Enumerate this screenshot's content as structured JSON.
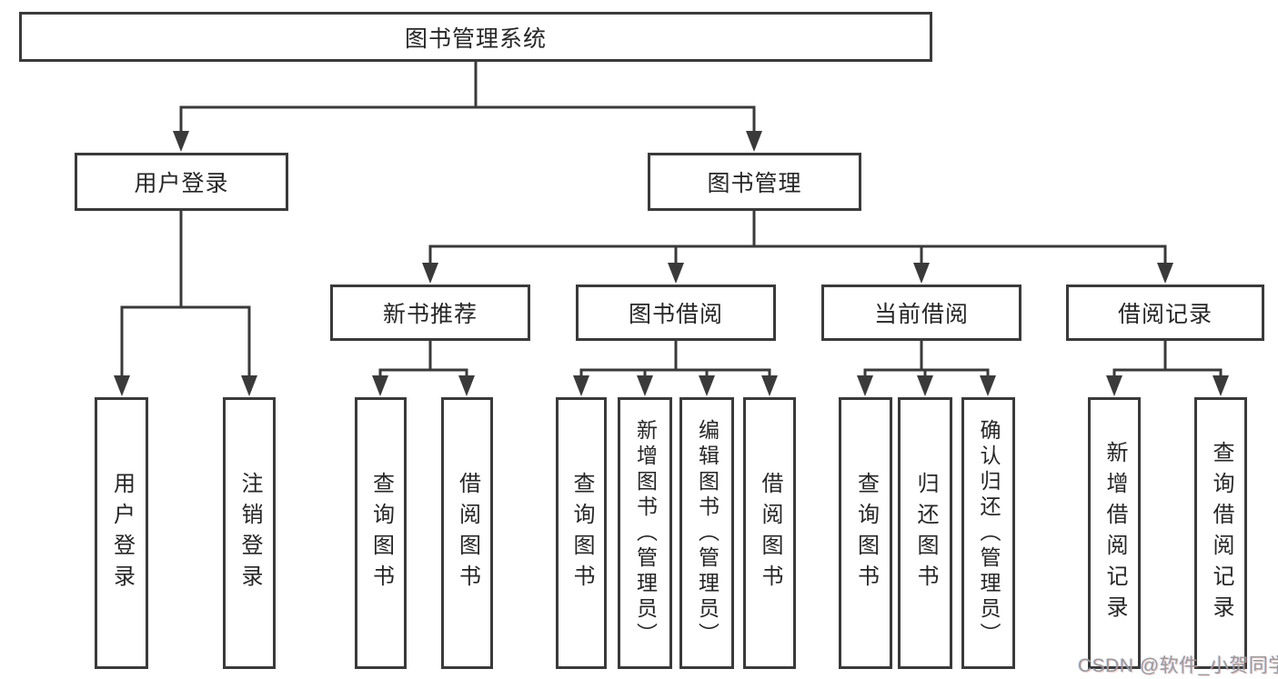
{
  "diagram": {
    "type": "hierarchy-tree",
    "colors": {
      "line": "#3a3a3a",
      "box_border": "#3a3a3a",
      "text": "#262626",
      "background": "#ffffff",
      "watermark": "#9b9b9b"
    },
    "watermark": "CSDN @软件_小贺同学",
    "tree": {
      "label": "图书管理系统",
      "children": [
        {
          "label": "用户登录",
          "children": [
            {
              "label": "用户登录"
            },
            {
              "label": "注销登录"
            }
          ]
        },
        {
          "label": "图书管理",
          "children": [
            {
              "label": "新书推荐",
              "children": [
                {
                  "label": "查询图书"
                },
                {
                  "label": "借阅图书"
                }
              ]
            },
            {
              "label": "图书借阅",
              "children": [
                {
                  "label": "查询图书"
                },
                {
                  "label": "新增图书（管理员）"
                },
                {
                  "label": "编辑图书（管理员）"
                },
                {
                  "label": "借阅图书"
                }
              ]
            },
            {
              "label": "当前借阅",
              "children": [
                {
                  "label": "查询图书"
                },
                {
                  "label": "归还图书"
                },
                {
                  "label": "确认归还（管理员）"
                }
              ]
            },
            {
              "label": "借阅记录",
              "children": [
                {
                  "label": "新增借阅记录"
                },
                {
                  "label": "查询借阅记录"
                }
              ]
            }
          ]
        }
      ]
    }
  }
}
